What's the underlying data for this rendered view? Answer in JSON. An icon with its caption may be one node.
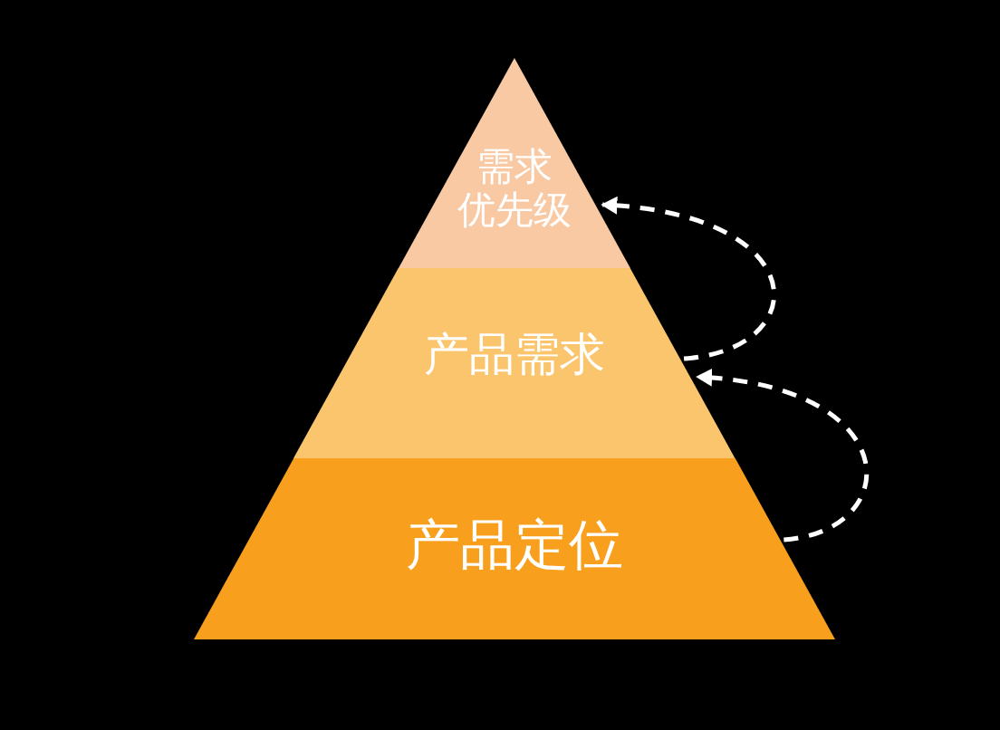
{
  "diagram": {
    "nodes": [
      {
        "text": [
          "需求优先级"
        ]
      },
      {
        "text": [
          "产品需求"
        ]
      },
      {
        "text": [
          "产品定位"
        ]
      }
    ],
    "edges": [
      {
        "from": 2,
        "to": 1,
        "arrow": "to",
        "style": "dashed"
      },
      {
        "from": 1,
        "to": 0,
        "arrow": "to",
        "style": "dashed"
      }
    ]
  }
}
